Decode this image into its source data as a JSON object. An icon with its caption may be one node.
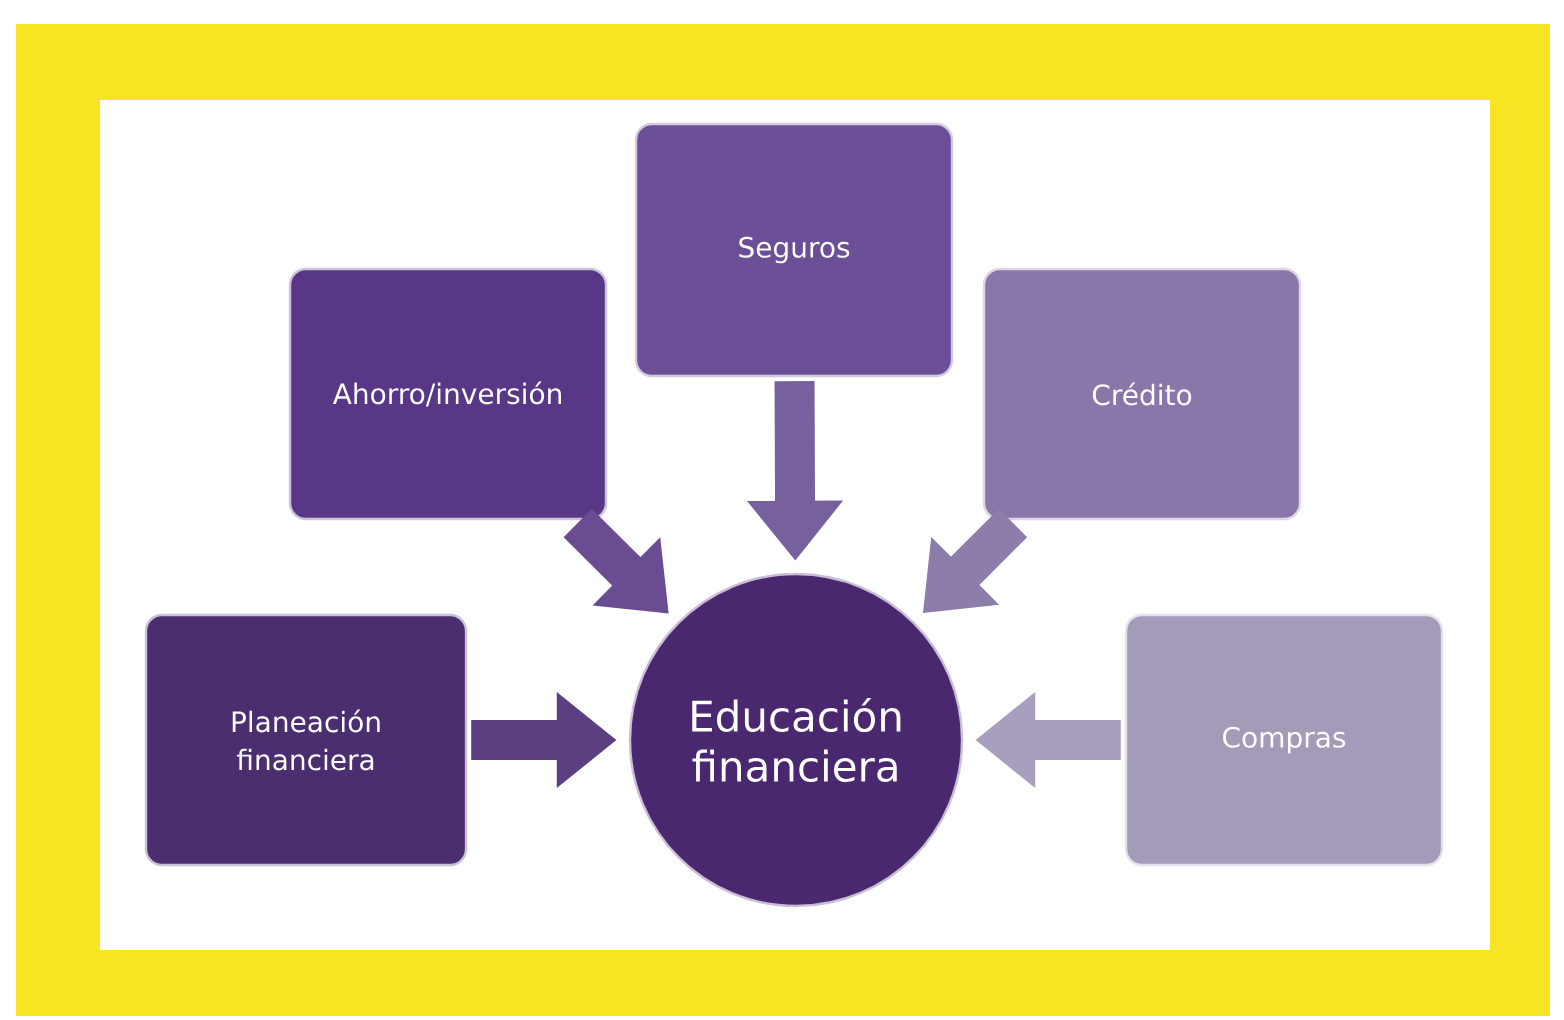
{
  "diagram": {
    "nodes": [
      {
        "text": [
          "Planeación financiera"
        ]
      },
      {
        "text": [
          "Ahorro/inversión"
        ]
      },
      {
        "text": [
          "Seguros"
        ]
      },
      {
        "text": [
          "Crédito"
        ]
      },
      {
        "text": [
          "Compras"
        ]
      },
      {
        "text": [
          "Educación financiera"
        ]
      }
    ],
    "edges": [
      {
        "from": 0,
        "to": 5,
        "arrow": "to",
        "color": "#5b3f80"
      },
      {
        "from": 1,
        "to": 5,
        "arrow": "to",
        "color": "#6a4c92"
      },
      {
        "from": 2,
        "to": 5,
        "arrow": "to",
        "color": "#76609e"
      },
      {
        "from": 3,
        "to": 5,
        "arrow": "to",
        "color": "#8d7daa"
      },
      {
        "from": 4,
        "to": 5,
        "arrow": "to",
        "color": "#a79fbb"
      }
    ]
  }
}
